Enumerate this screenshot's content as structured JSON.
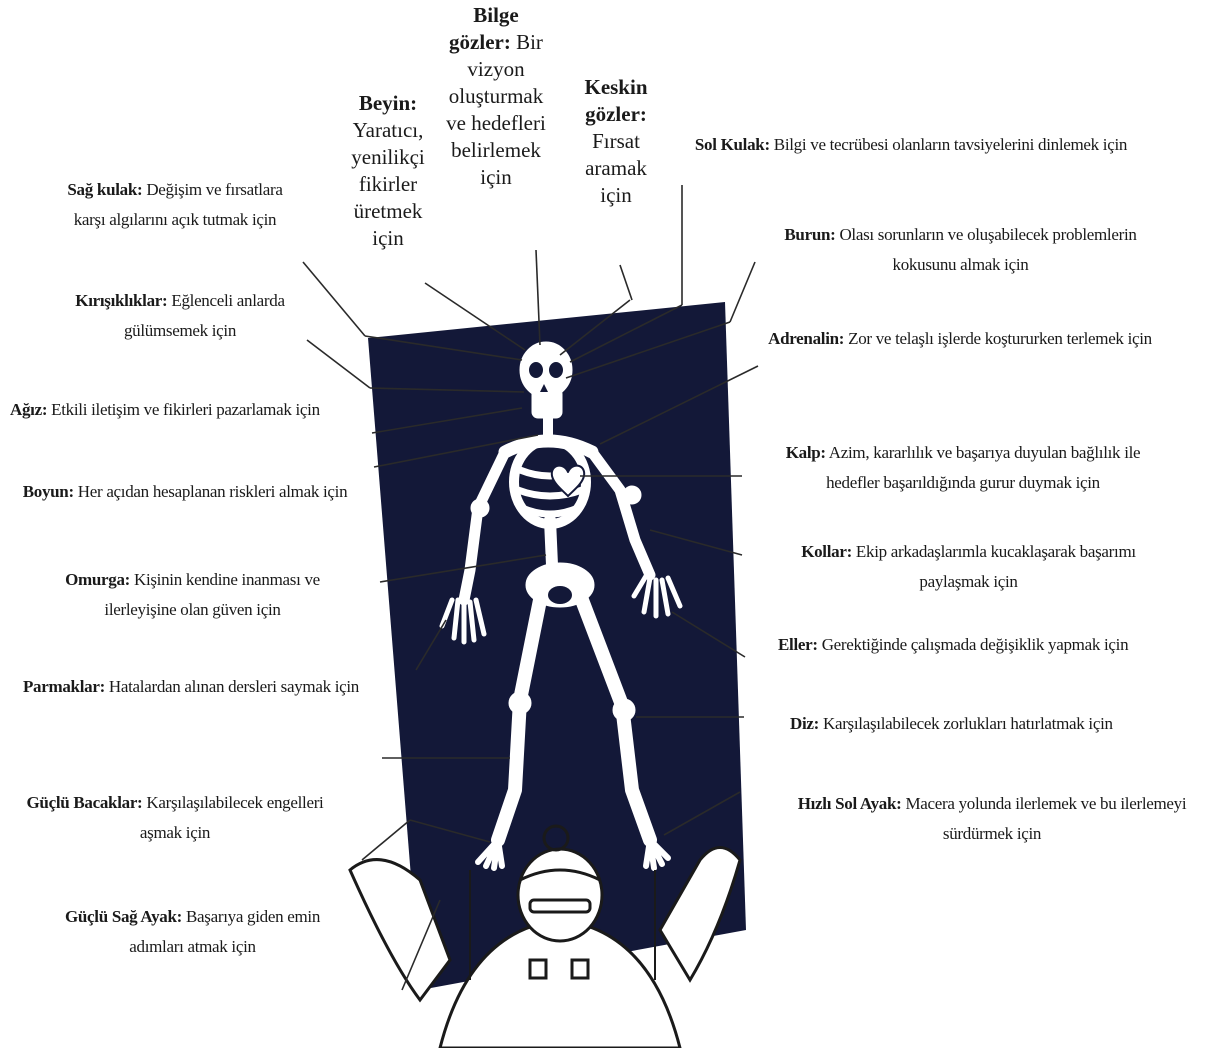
{
  "labels": {
    "bilge": {
      "title": "Bilge gözler:",
      "text": "Bir vizyon oluşturmak ve hedefleri belirlemek için"
    },
    "beyin": {
      "title": "Beyin:",
      "text": "Yaratıcı, yenilikçi fikirler üretmek için"
    },
    "keskin": {
      "title": "Keskin gözler:",
      "text": "Fırsat aramak için"
    },
    "sol_kulak": {
      "title": "Sol Kulak:",
      "text": "Bilgi ve tecrübesi olanların tavsiyelerini dinlemek için"
    },
    "sag_kulak": {
      "title": "Sağ kulak:",
      "text": "Değişim ve fırsatlara karşı algılarını açık tutmak için"
    },
    "burun": {
      "title": "Burun:",
      "text": "Olası sorunların ve oluşabilecek problemlerin kokusunu almak için"
    },
    "kirisikliklar": {
      "title": "Kırışıklıklar:",
      "text": "Eğlenceli anlarda gülümsemek için"
    },
    "adrenalin": {
      "title": "Adrenalin:",
      "text": "Zor ve telaşlı işlerde koştururken terlemek için"
    },
    "agiz": {
      "title": "Ağız:",
      "text": "Etkili iletişim ve fikirleri pazarlamak için"
    },
    "kalp": {
      "title": "Kalp:",
      "text": "Azim, kararlılık ve başarıya duyulan bağlılık ile hedefler başarıldığında gurur duymak için"
    },
    "boyun": {
      "title": "Boyun:",
      "text": "Her açıdan hesaplanan riskleri almak için"
    },
    "kollar": {
      "title": "Kollar:",
      "text": "Ekip arkadaşlarımla kucaklaşarak başarımı paylaşmak için"
    },
    "omurga": {
      "title": "Omurga:",
      "text": "Kişinin kendine inanması ve ilerleyişine olan güven için"
    },
    "eller": {
      "title": "Eller:",
      "text": "Gerektiğinde çalışmada değişiklik yapmak için"
    },
    "parmaklar": {
      "title": "Parmaklar:",
      "text": "Hatalardan alınan dersleri saymak için"
    },
    "diz": {
      "title": "Diz:",
      "text": "Karşılaşılabilecek zorlukları hatırlatmak için"
    },
    "bacaklar": {
      "title": "Güçlü Bacaklar:",
      "text": "Karşılaşılabilecek engelleri aşmak için"
    },
    "sol_ayak": {
      "title": "Hızlı Sol Ayak:",
      "text": "Macera yolunda ilerlemek ve bu ilerlemeyi sürdürmek için"
    },
    "sag_ayak": {
      "title": "Güçlü Sağ Ayak:",
      "text": "Başarıya giden emin adımları atmak için"
    }
  },
  "colors": {
    "board": "#131838",
    "bone": "#ffffff",
    "line": "#2a2a2a"
  }
}
